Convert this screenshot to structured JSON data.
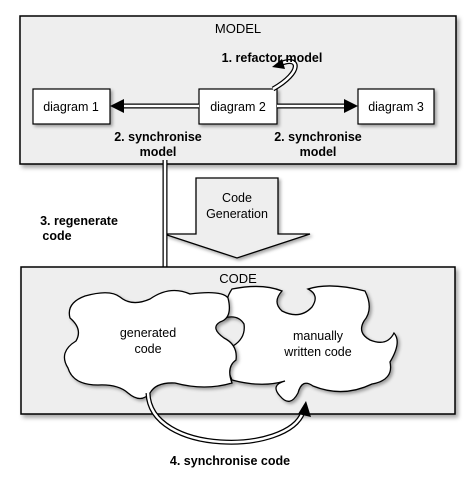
{
  "model_panel": {
    "title": "MODEL",
    "diagrams": [
      "diagram 1",
      "diagram 2",
      "diagram 3"
    ],
    "refactor_label": "1. refactor model",
    "sync_left": [
      "2. synchronise",
      "model"
    ],
    "sync_right": [
      "2. synchronise",
      "model"
    ]
  },
  "code_generation": {
    "lines": [
      "Code",
      "Generation"
    ]
  },
  "regenerate": {
    "lines": [
      "3. regenerate",
      "code"
    ]
  },
  "code_panel": {
    "title": "CODE",
    "generated": [
      "generated",
      "code"
    ],
    "manual": [
      "manually",
      "written code"
    ]
  },
  "sync_code_label": "4. synchronise code"
}
